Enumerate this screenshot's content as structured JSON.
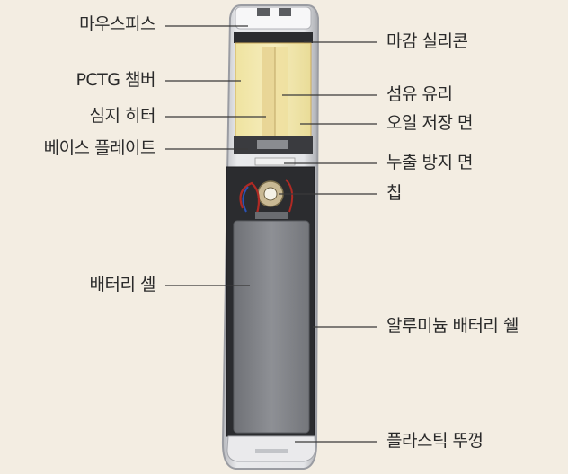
{
  "labels_left": [
    "마우스피스",
    "PCTG 챔버",
    "심지 히터",
    "베이스 플레이트",
    "배터리 셀"
  ],
  "labels_right": [
    "마감 실리콘",
    "섬유 유리",
    "오일 저장 면",
    "누출 방지 면",
    "칩",
    "알루미늄 배터리 쉘",
    "플라스틱 뚜껑"
  ],
  "colors": {
    "background": "#f3ede2",
    "leader_line": "#3a3a3a",
    "shell_outer": "#d5d6da",
    "shell_edge": "#9a9ca2",
    "interior_dark": "#2b2c2f",
    "battery_cell": "#8b8d92",
    "chamber": "#f0e6a8",
    "wick": "#e6d290"
  }
}
